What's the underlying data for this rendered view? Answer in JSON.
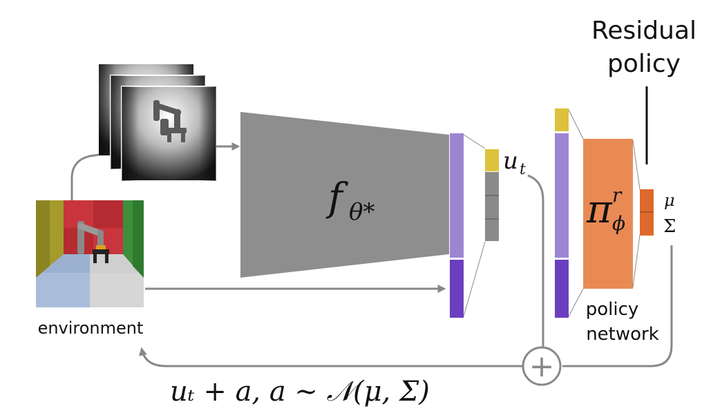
{
  "labels": {
    "residual_line1": "Residual",
    "residual_line2": "policy",
    "environment": "environment",
    "policy_line1": "policy",
    "policy_line2": "network"
  },
  "math": {
    "f_base": "f",
    "f_sub": "θ*",
    "u_base": "u",
    "u_sub": "t",
    "pi_base": "π",
    "pi_sup": "r",
    "pi_sub": "ϕ",
    "mu": "μ",
    "sigma": "Σ",
    "plus": "+",
    "formula": "uₜ + a,   a ∼ 𝒩(μ, Σ)"
  },
  "colors": {
    "encoder": "#8e8e8e",
    "latent_light_purple": "#9d86d1",
    "latent_dark_purple": "#6a3fbf",
    "gold": "#dcc23c",
    "gray_block": "#8a8a8a",
    "policy_orange": "#e98a55",
    "output_orange": "#dd6a2a",
    "arrow_gray": "#888888",
    "env_blue": "#a9bddb",
    "env_red": "#c8353c",
    "env_green": "#3d8f3c",
    "env_olive": "#a49b2c"
  }
}
